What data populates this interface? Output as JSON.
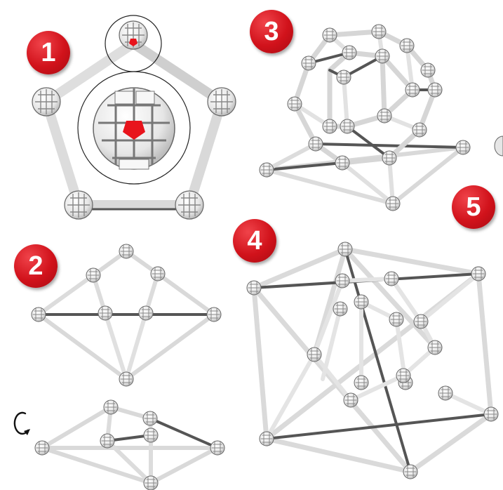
{
  "steps": [
    {
      "label": "1"
    },
    {
      "label": "2"
    },
    {
      "label": "3"
    },
    {
      "label": "4"
    },
    {
      "label": "5"
    }
  ],
  "colors": {
    "badge": "#d1121b",
    "node_fill": "#f2f2f2",
    "node_stroke": "#555555",
    "strut_light": "#d9d9d9",
    "strut_dark": "#555555",
    "highlight": "#e8141c"
  },
  "icons": [
    "rotate-icon"
  ]
}
